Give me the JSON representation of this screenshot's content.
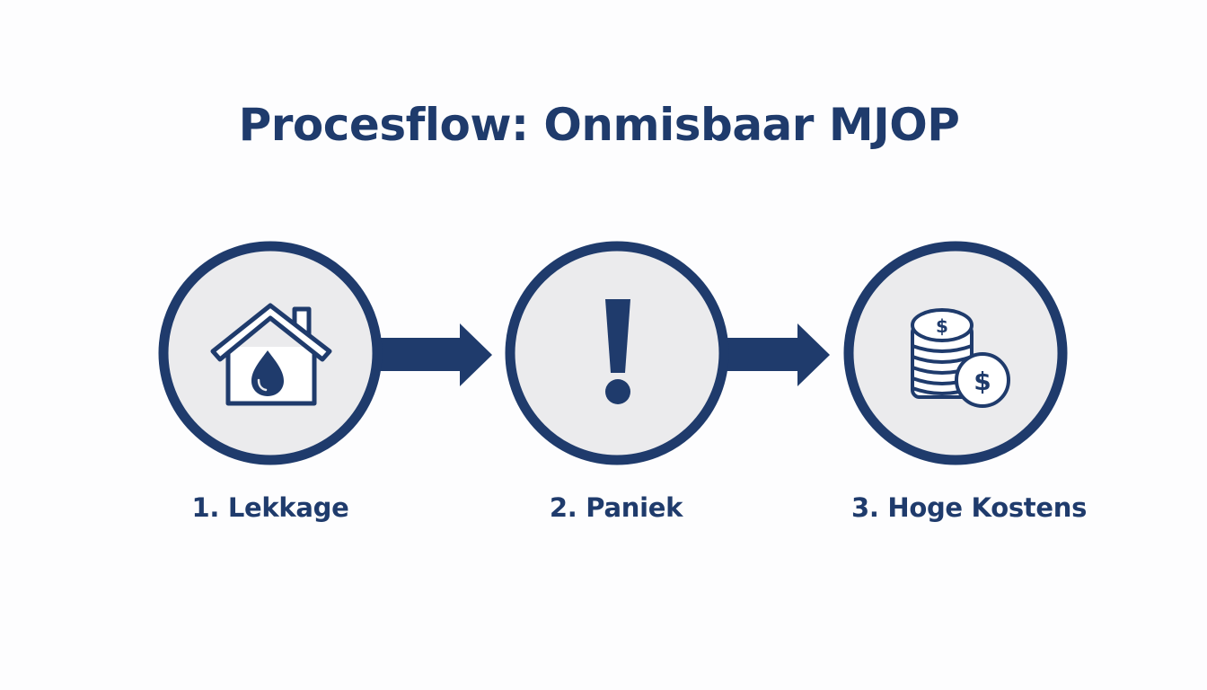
{
  "title": "Procesflow: Onmisbaar MJOP",
  "colors": {
    "primary": "#1f3b6c",
    "circle_fill": "#ebebed",
    "background": "#fdfdfe",
    "icon_fill": "#ffffff"
  },
  "steps": [
    {
      "label": "1. Lekkage",
      "icon": "house-water-drop-icon"
    },
    {
      "label": "2. Paniek",
      "icon": "exclamation-icon"
    },
    {
      "label": "3. Hoge Kostens",
      "icon": "coin-stack-dollar-icon"
    }
  ],
  "arrows": [
    {
      "from": "1. Lekkage",
      "to": "2. Paniek",
      "icon": "arrow-right-icon"
    },
    {
      "from": "2. Paniek",
      "to": "3. Hoge Kostens",
      "icon": "arrow-right-icon"
    }
  ]
}
